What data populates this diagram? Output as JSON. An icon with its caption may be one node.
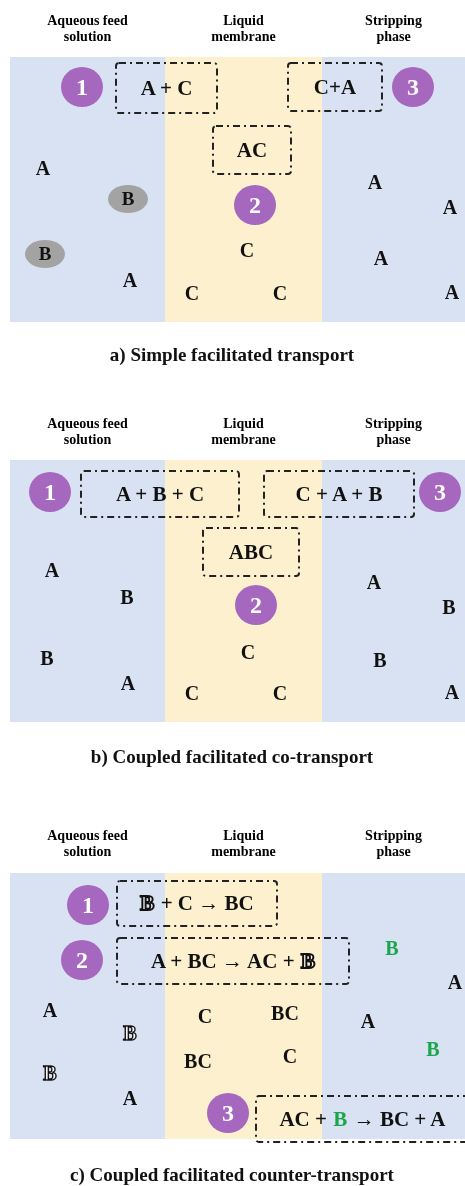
{
  "diagram": {
    "nodes": [
      {
        "text": [
          "Aqueous feed solution"
        ]
      },
      {
        "text": [
          "Liquid membrane"
        ]
      },
      {
        "text": [
          "Stripping phase"
        ]
      },
      {
        "text": [
          "1"
        ],
        "in": 0
      },
      {
        "text": [
          "A + C"
        ]
      },
      {
        "text": [
          "C+A"
        ]
      },
      {
        "text": [
          "3"
        ],
        "in": 2
      },
      {
        "text": [
          "AC"
        ],
        "in": 1
      },
      {
        "text": [
          "2"
        ],
        "in": 1
      },
      {
        "text": [
          "B"
        ],
        "in": 0
      },
      {
        "text": [
          "B"
        ],
        "in": 0
      },
      {
        "text": [
          "Aqueous feed solution"
        ]
      },
      {
        "text": [
          "Liquid membrane"
        ]
      },
      {
        "text": [
          "Stripping phase"
        ]
      },
      {
        "text": [
          "1"
        ],
        "in": 11
      },
      {
        "text": [
          "A + B + C"
        ]
      },
      {
        "text": [
          "C + A + B"
        ]
      },
      {
        "text": [
          "3"
        ],
        "in": 13
      },
      {
        "text": [
          "ABC"
        ],
        "in": 12
      },
      {
        "text": [
          "2"
        ],
        "in": 12
      },
      {
        "text": [
          "Aqueous feed solution"
        ]
      },
      {
        "text": [
          "Liquid membrane"
        ]
      },
      {
        "text": [
          "Stripping phase"
        ]
      },
      {
        "text": [
          "1"
        ],
        "in": 20
      },
      {
        "text": [
          "B",
          "+ C → BC"
        ]
      },
      {
        "text": [
          "2"
        ],
        "in": 20
      },
      {
        "text": [
          "A + BC → AC +",
          "B"
        ]
      },
      {
        "text": [
          "3"
        ],
        "in": 21
      },
      {
        "text": [
          "AC +",
          "B",
          "→ BC + A"
        ]
      }
    ],
    "labels": [
      "A",
      "A",
      "A",
      "C",
      "A",
      "A",
      "A",
      "C",
      "C",
      "a) Simple facilitated transport",
      "A",
      "B",
      "A",
      "B",
      "C",
      "B",
      "B",
      "A",
      "C",
      "C",
      "A",
      "b) Coupled facilitated co-transport",
      "B",
      "A",
      "A",
      "BC",
      "C",
      "A",
      "B",
      "B",
      "C",
      "BC",
      "B",
      "A",
      "c) Coupled facilitated counter-transport"
    ]
  }
}
